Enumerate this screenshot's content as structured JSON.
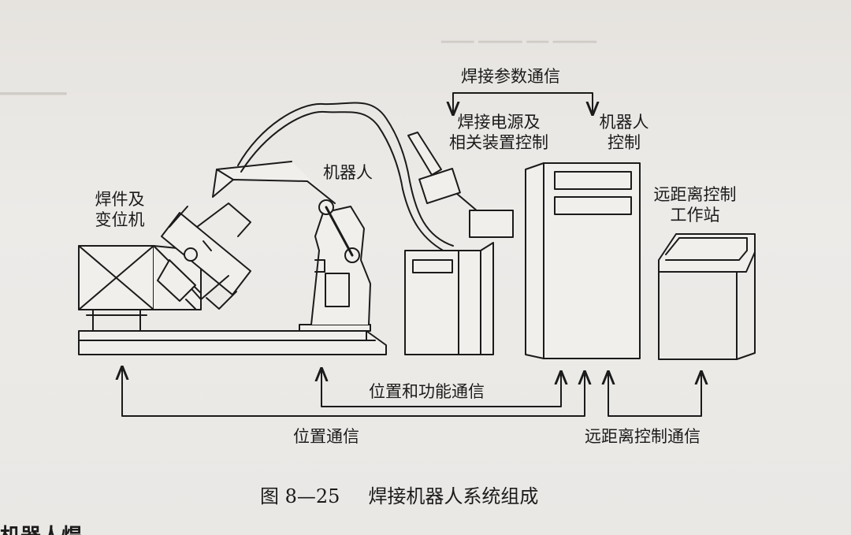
{
  "labels": {
    "welding_params_comm": "焊接参数通信",
    "power_control_line1": "焊接电源及",
    "power_control_line2": "相关装置控制",
    "robot_control_line1": "机器人",
    "robot_control_line2": "控制",
    "robot": "机器人",
    "positioner_line1": "焊件及",
    "positioner_line2": "变位机",
    "remote_station_line1": "远距离控制",
    "remote_station_line2": "工作站",
    "position_function_comm": "位置和功能通信",
    "position_comm": "位置通信",
    "remote_control_comm": "远距离控制通信"
  },
  "caption": {
    "figure_number": "图 8—25",
    "title": "焊接机器人系统组成"
  },
  "background_text": {
    "partial_heading": "机器人焊"
  }
}
